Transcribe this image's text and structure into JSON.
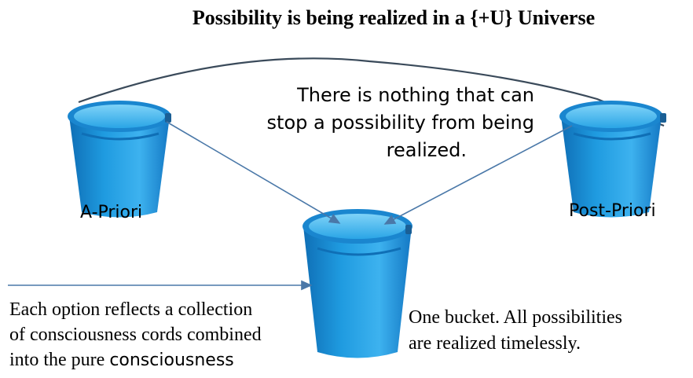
{
  "title": "Possibility is being realized in a  {+U} Universe",
  "center_note": {
    "line1": "There is nothing that can",
    "line2": "stop a possibility from being",
    "line3": "realized."
  },
  "buckets": {
    "left_label": "A-Priori",
    "right_label": "Post-Priori"
  },
  "left_note": {
    "line1": "Each option reflects a collection",
    "line2": "of consciousness cords combined",
    "line3_part1": "into the pure ",
    "line3_part2": "consciousness"
  },
  "right_note": {
    "line1": "One bucket. All possibilities",
    "line2": "are realized timelessly."
  },
  "colors": {
    "bucket_main": "#1f9be0",
    "bucket_light": "#5cc4f4",
    "bucket_dark": "#0f6fb6",
    "arrow": "#4a78a8"
  }
}
